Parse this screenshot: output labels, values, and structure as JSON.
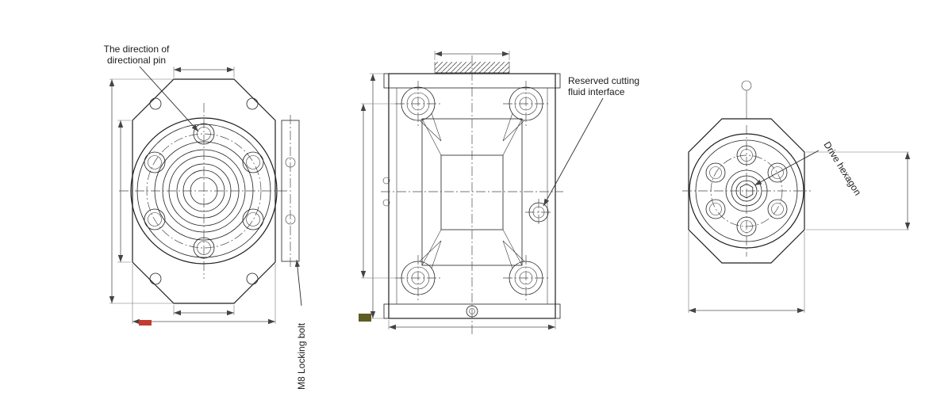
{
  "labels": {
    "directional_pin_line1": "The direction of",
    "directional_pin_line2": "directional pin",
    "cutting_fluid_line1": "Reserved cutting",
    "cutting_fluid_line2": "fluid interface",
    "drive_hexagon": "Drive hexagon",
    "m8_locking_bolt": "M8 Locking bolt"
  },
  "colors": {
    "line": "#1f1f1f",
    "dim": "#555555",
    "red_mark": "#c23b2e",
    "olive_mark": "#5f5c22"
  }
}
